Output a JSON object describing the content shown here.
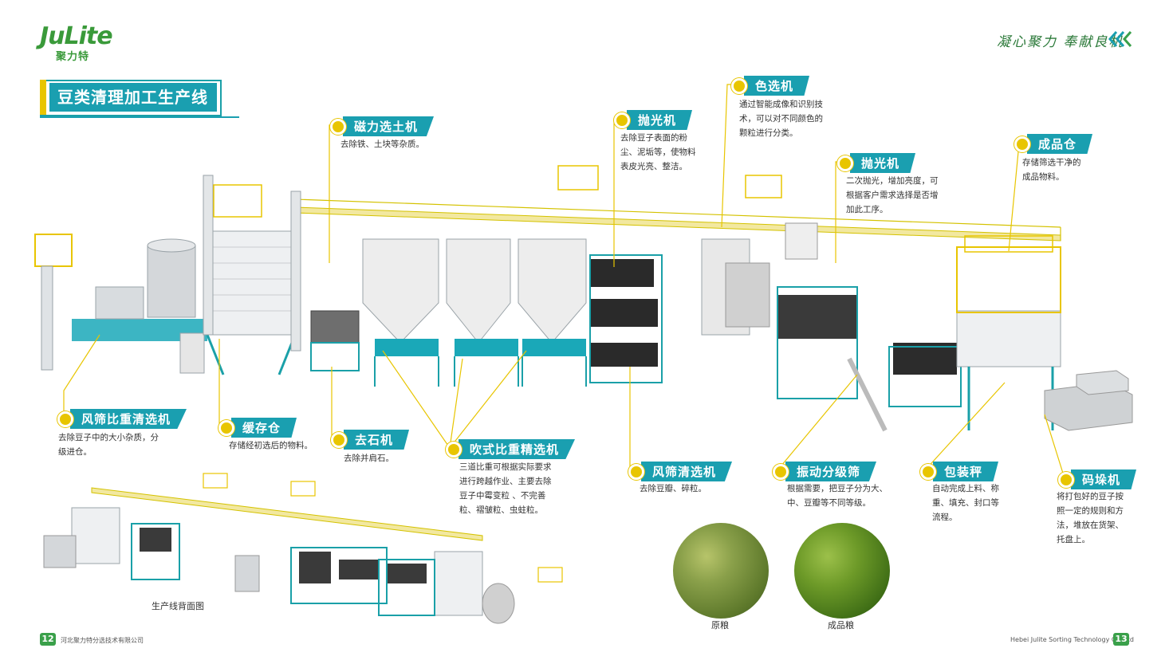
{
  "header": {
    "logo_text": "JuLite",
    "logo_cn": "聚力特",
    "slogan": "凝心聚力 奉献良机"
  },
  "section_title": "豆类清理加工生产线",
  "labels": [
    {
      "title": "磁力选土机",
      "desc": [
        "去除铁、土块等杂质。"
      ]
    },
    {
      "title": "抛光机",
      "desc": [
        "去除豆子表面的粉",
        "尘、泥垢等，使物料",
        "表皮光亮、整洁。"
      ]
    },
    {
      "title": "色选机",
      "desc": [
        "通过智能成像和识别技",
        "术，可以对不同颜色的",
        "颗粒进行分类。"
      ]
    },
    {
      "title": "抛光机",
      "desc": [
        "二次抛光，增加亮度，可",
        "根据客户需求选择是否增",
        "加此工序。"
      ]
    },
    {
      "title": "成品仓",
      "desc": [
        "存储筛选干净的",
        "成品物料。"
      ]
    },
    {
      "title": "风筛比重清选机",
      "desc": [
        "去除豆子中的大小杂质，分",
        "级进仓。"
      ]
    },
    {
      "title": "缓存仓",
      "desc": [
        "存储经初选后的物料。"
      ]
    },
    {
      "title": "去石机",
      "desc": [
        "去除并肩石。"
      ]
    },
    {
      "title": "吹式比重精选机",
      "desc": [
        "三道比重可根据实际要求",
        "进行跨越作业、主要去除",
        "豆子中霉变粒 、不完善",
        "粒、褶皱粒、虫蛀粒。"
      ]
    },
    {
      "title": "风筛清选机",
      "desc": [
        "去除豆瓣、碎粒。"
      ]
    },
    {
      "title": "振动分级筛",
      "desc": [
        "根据需要，把豆子分为大、",
        "中、豆瓣等不同等级。"
      ]
    },
    {
      "title": "包装秤",
      "desc": [
        "自动完成上料、称",
        "重、填充、封口等",
        "流程。"
      ]
    },
    {
      "title": "码垛机",
      "desc": [
        "将打包好的豆子按",
        "照一定的规则和方",
        "法，堆放在货架、",
        "托盘上。"
      ]
    }
  ],
  "back_view_caption": "生产线背面图",
  "beans": {
    "raw": "原粮",
    "finished": "成品粮"
  },
  "footer": {
    "page_left": "12",
    "company_cn": "河北聚力特分选技术有限公司",
    "company_en": "Hebei Julite Sorting Technology Co.,Ltd",
    "page_right": "13"
  },
  "colors": {
    "accent": "#1a9fb0",
    "yellow": "#e8c500",
    "brand_green": "#3a9a3a"
  }
}
